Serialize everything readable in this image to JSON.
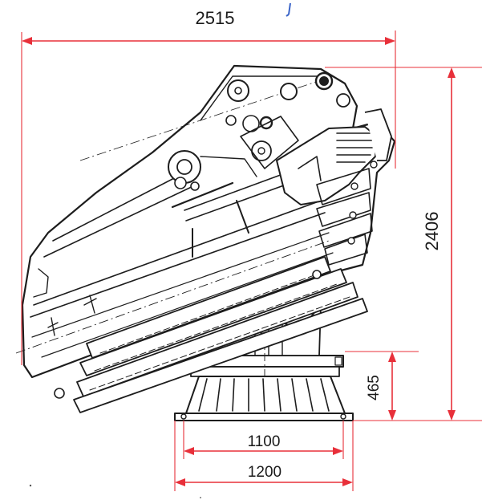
{
  "dimensions": {
    "overall_width": "2515",
    "overall_height": "2406",
    "base_height": "465",
    "base_inner_width": "1100",
    "base_outer_width": "1200"
  },
  "colors": {
    "dimension_line": "#e8303a",
    "drawing_ink": "#1d1d1d",
    "pen_mark": "#3a64c8"
  }
}
